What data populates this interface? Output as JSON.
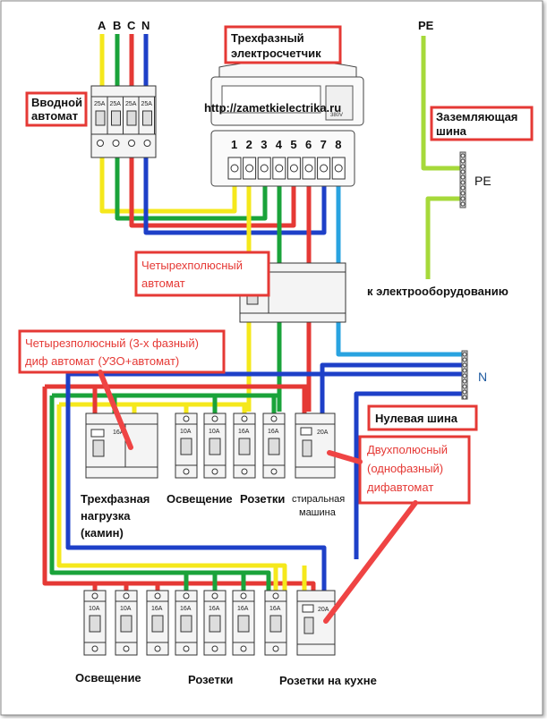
{
  "phase_labels": [
    "A",
    "B",
    "C",
    "N"
  ],
  "pe_top_label": "PE",
  "pe_bus_label": "PE",
  "n_bus_label": "N",
  "meter": {
    "callout": "Трехфазный электросчетчик",
    "url": "http://zametkielectrika.ru",
    "terminals": [
      "1",
      "2",
      "3",
      "4",
      "5",
      "6",
      "7",
      "8"
    ]
  },
  "input_breaker": {
    "callout": "Вводной автомат",
    "ratings": [
      "25A",
      "25A",
      "25A",
      "25A"
    ]
  },
  "ground_bus": {
    "callout": "Заземляющая шина",
    "to_equipment": "к электрооборудованию"
  },
  "four_pole_breaker": {
    "callout": "Четырехполюсный автомат"
  },
  "rcbo_4p": {
    "callout": "Четырезполюсный (3-х фазный) диф автомат (УЗО+автомат)",
    "rating": "16A"
  },
  "neutral_bus": {
    "callout": "Нулевая шина"
  },
  "rcbo_2p": {
    "callout": "Двухполюсный (однофазный) дифавтомат",
    "rating": "20A"
  },
  "row1": {
    "breakers": [
      "10A",
      "10A",
      "16A",
      "16A"
    ],
    "labels": {
      "three_phase": "Трехфазная нагрузка (камин)",
      "lighting": "Освещение",
      "sockets": "Розетки",
      "washer": "стиральная машина"
    }
  },
  "row2": {
    "breakers": [
      "10A",
      "10A",
      "16A",
      "16A",
      "16A",
      "16A",
      "16A",
      "20A"
    ],
    "labels": {
      "lighting": "Освещение",
      "sockets": "Розетки",
      "kitchen": "Розетки на кухне"
    }
  },
  "colors": {
    "phase_a": "#f5e81c",
    "phase_b": "#1aa33a",
    "phase_c": "#e53935",
    "neutral": "#1e40c8",
    "n_meter": "#29a3e0",
    "pe": "#a6d93a",
    "callout_border": "#e53935"
  }
}
